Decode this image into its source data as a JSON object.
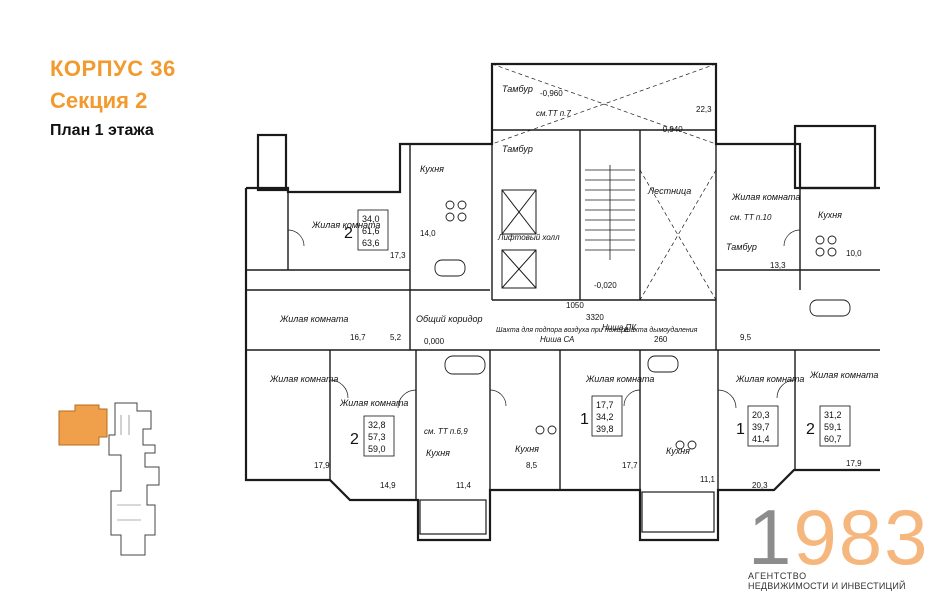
{
  "header": {
    "building": "КОРПУС 36",
    "section": "Секция 2",
    "plan_label": "План 1 этажа"
  },
  "brand": {
    "number_first": "1",
    "number_rest": "983",
    "line1": "АГЕНТСТВО",
    "line2": "НЕДВИЖИМОСТИ И ИНВЕСТИЦИЙ"
  },
  "colors": {
    "accent": "#f39a2e",
    "brand_grey": "#8c8c8c",
    "brand_orange": "#f6b77e",
    "keyplan_highlight": "#f0a04b"
  },
  "plan": {
    "rooms": {
      "living_tl": "Жилая комната",
      "kitchen_top": "Кухня",
      "living_left": "Жилая комната",
      "corridor": "Общий коридор",
      "living_bl": "Жилая комната",
      "living_b2": "Жилая комната",
      "kitchen_b1": "Кухня",
      "kitchen_b2": "Кухня",
      "living_c": "Жилая комната",
      "kitchen_b3": "Кухня",
      "living_r1": "Жилая комната",
      "living_r2": "Жилая комната",
      "kitchen_r": "Кухня",
      "living_rt": "Жилая комната",
      "vestibule1": "Тамбур",
      "vestibule2": "Тамбур",
      "vestibule3": "Тамбур",
      "stairs": "Лестница",
      "elevator_hall": "Лифтовый холл",
      "shaft": "Шахта для подпора воздуха при пожаре",
      "smoke_shaft": "Шахта дымоудаления"
    },
    "areas": {
      "apt_tl": [
        "34,0",
        "61,6",
        "63,6"
      ],
      "apt_bl": [
        "32,8",
        "57,3",
        "59,0"
      ],
      "apt_c": [
        "17,7",
        "34,2",
        "39,8"
      ],
      "apt_r1": [
        "20,3",
        "39,7",
        "41,4"
      ],
      "apt_r2": [
        "31,2",
        "59,1",
        "60,7"
      ]
    },
    "rooms_count": {
      "apt_tl": "2",
      "apt_bl": "2",
      "apt_c": "1",
      "apt_r1": "1",
      "apt_r2": "2"
    },
    "values": {
      "v14": "14,0",
      "v173": "17,3",
      "v167": "16,7",
      "v52": "5,2",
      "v179a": "17,9",
      "v149": "14,9",
      "v114": "11,4",
      "v85": "8,5",
      "v177": "17,7",
      "v111": "11,1",
      "v203": "20,3",
      "v179b": "17,9",
      "v95": "9,5",
      "v133": "13,3",
      "v100": "10,0",
      "v223": "22,3",
      "elev_m0960": "-0,960",
      "elev_m0940": "-0,940",
      "elev_000": "0,000",
      "elev_m0020": "-0,020",
      "dim_1050": "1050",
      "dim_3320": "3320",
      "dim_260": "260",
      "note_tt7": "см.ТТ п.7",
      "note_tt10": "см. ТТ п.10",
      "note_tt69": "см. ТТ п.6,9",
      "note_pk": "Ниша ПК",
      "note_sa": "Ниша СА"
    }
  },
  "keyplan": {
    "highlight": "section-2"
  }
}
